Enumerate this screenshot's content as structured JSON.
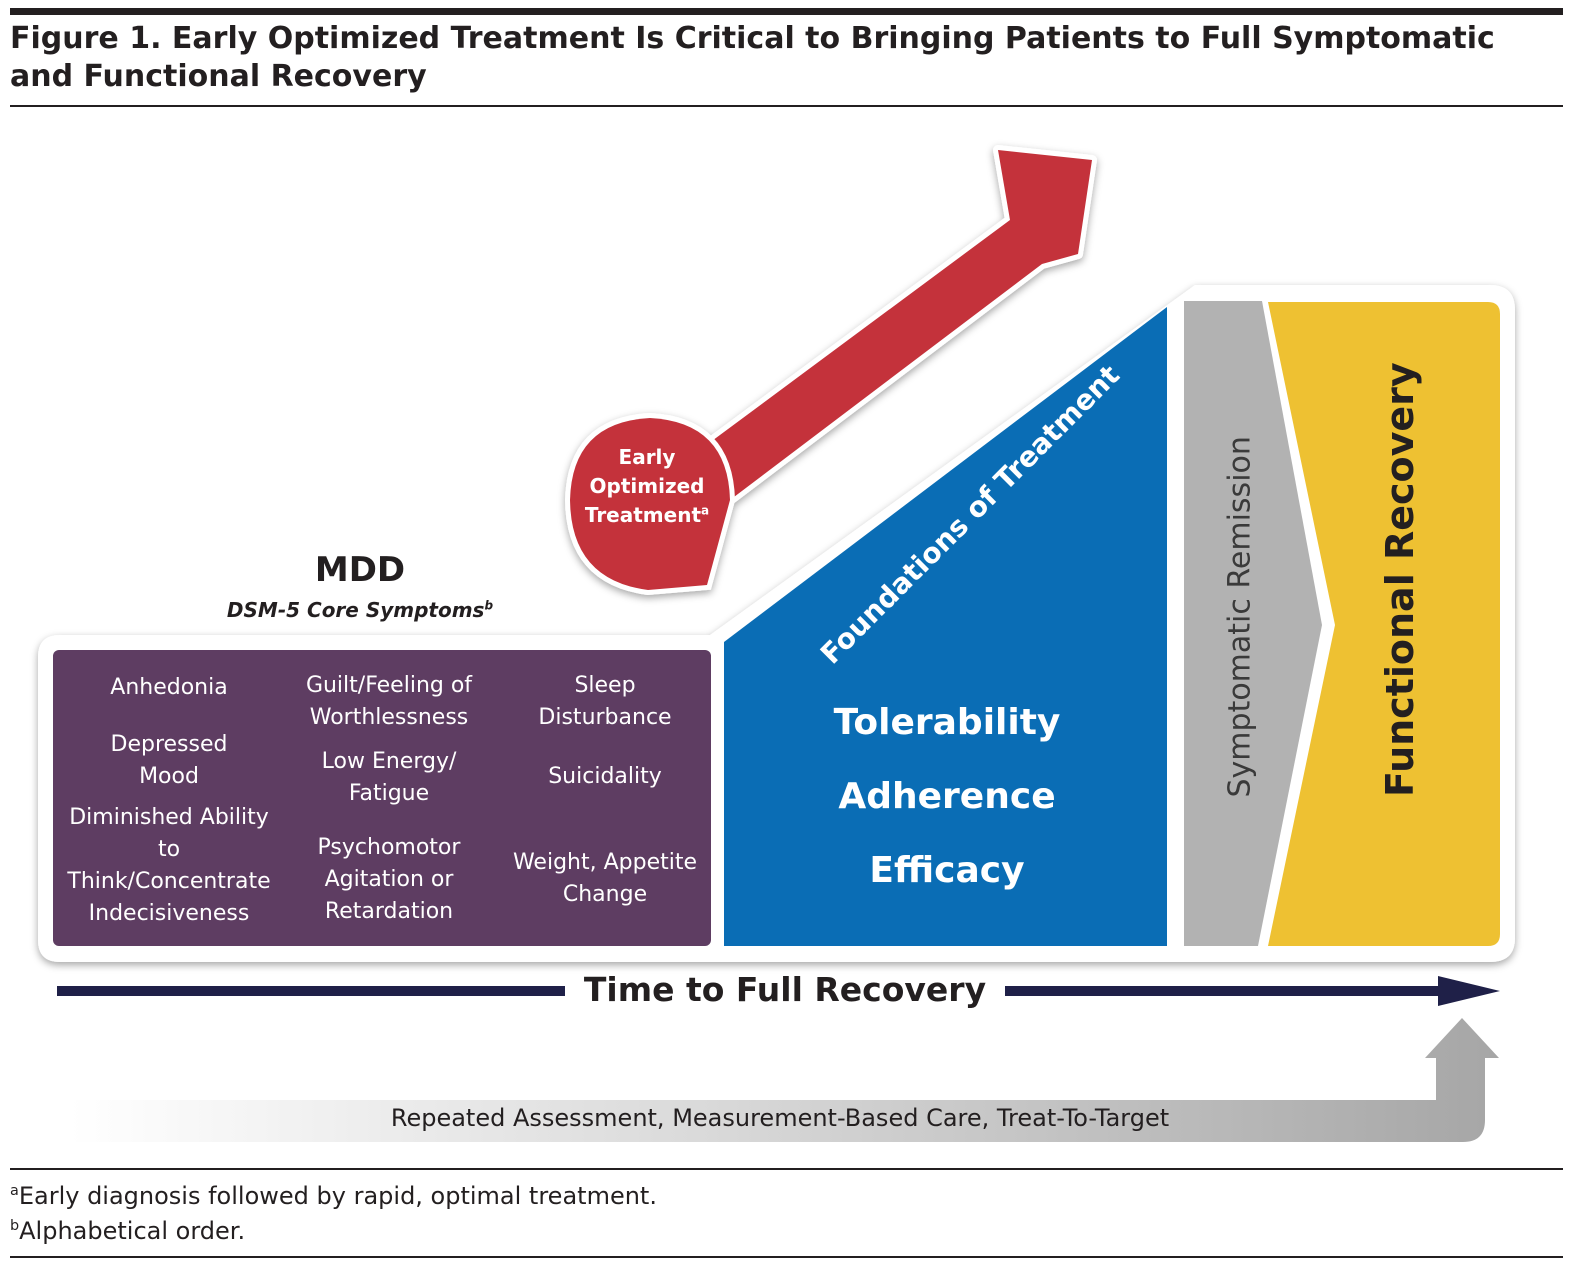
{
  "figure": {
    "title": "Figure 1. Early Optimized Treatment Is Critical to Bringing Patients to Full Symptomatic and Functional Recovery"
  },
  "mdd": {
    "heading": "MDD",
    "subheading": "DSM-5 Core Symptoms",
    "subheading_note": "b",
    "symptoms": {
      "col1": [
        "Anhedonia",
        "Depressed Mood",
        "Diminished Ability to Think/Concentrate Indecisiveness"
      ],
      "col2": [
        "Guilt/Feeling of Worthlessness",
        "Low Energy/ Fatigue",
        "Psychomotor Agitation or Retardation"
      ],
      "col3": [
        "Sleep Disturbance",
        "Suicidality",
        "Weight, Appetite Change"
      ]
    }
  },
  "early_optimized": {
    "line1": "Early",
    "line2": "Optimized",
    "line3": "Treatment",
    "note": "a"
  },
  "foundations": {
    "label": "Foundations of Treatment",
    "items": [
      "Tolerability",
      "Adherence",
      "Efficacy"
    ]
  },
  "remission": {
    "label": "Symptomatic Remission"
  },
  "recovery": {
    "label": "Functional Recovery"
  },
  "timeline": {
    "label": "Time to Full Recovery"
  },
  "assessment": {
    "label": "Repeated Assessment, Measurement-Based Care, Treat-To-Target"
  },
  "footnotes": [
    {
      "mark": "a",
      "text": "Early diagnosis followed by rapid, optimal treatment."
    },
    {
      "mark": "b",
      "text": "Alphabetical order."
    }
  ],
  "colors": {
    "purple": "#5e3d62",
    "blue": "#0a6db5",
    "gray": "#b2b2b2",
    "yellow": "#eec132",
    "red": "#c4303a",
    "navy": "#1f2048"
  }
}
